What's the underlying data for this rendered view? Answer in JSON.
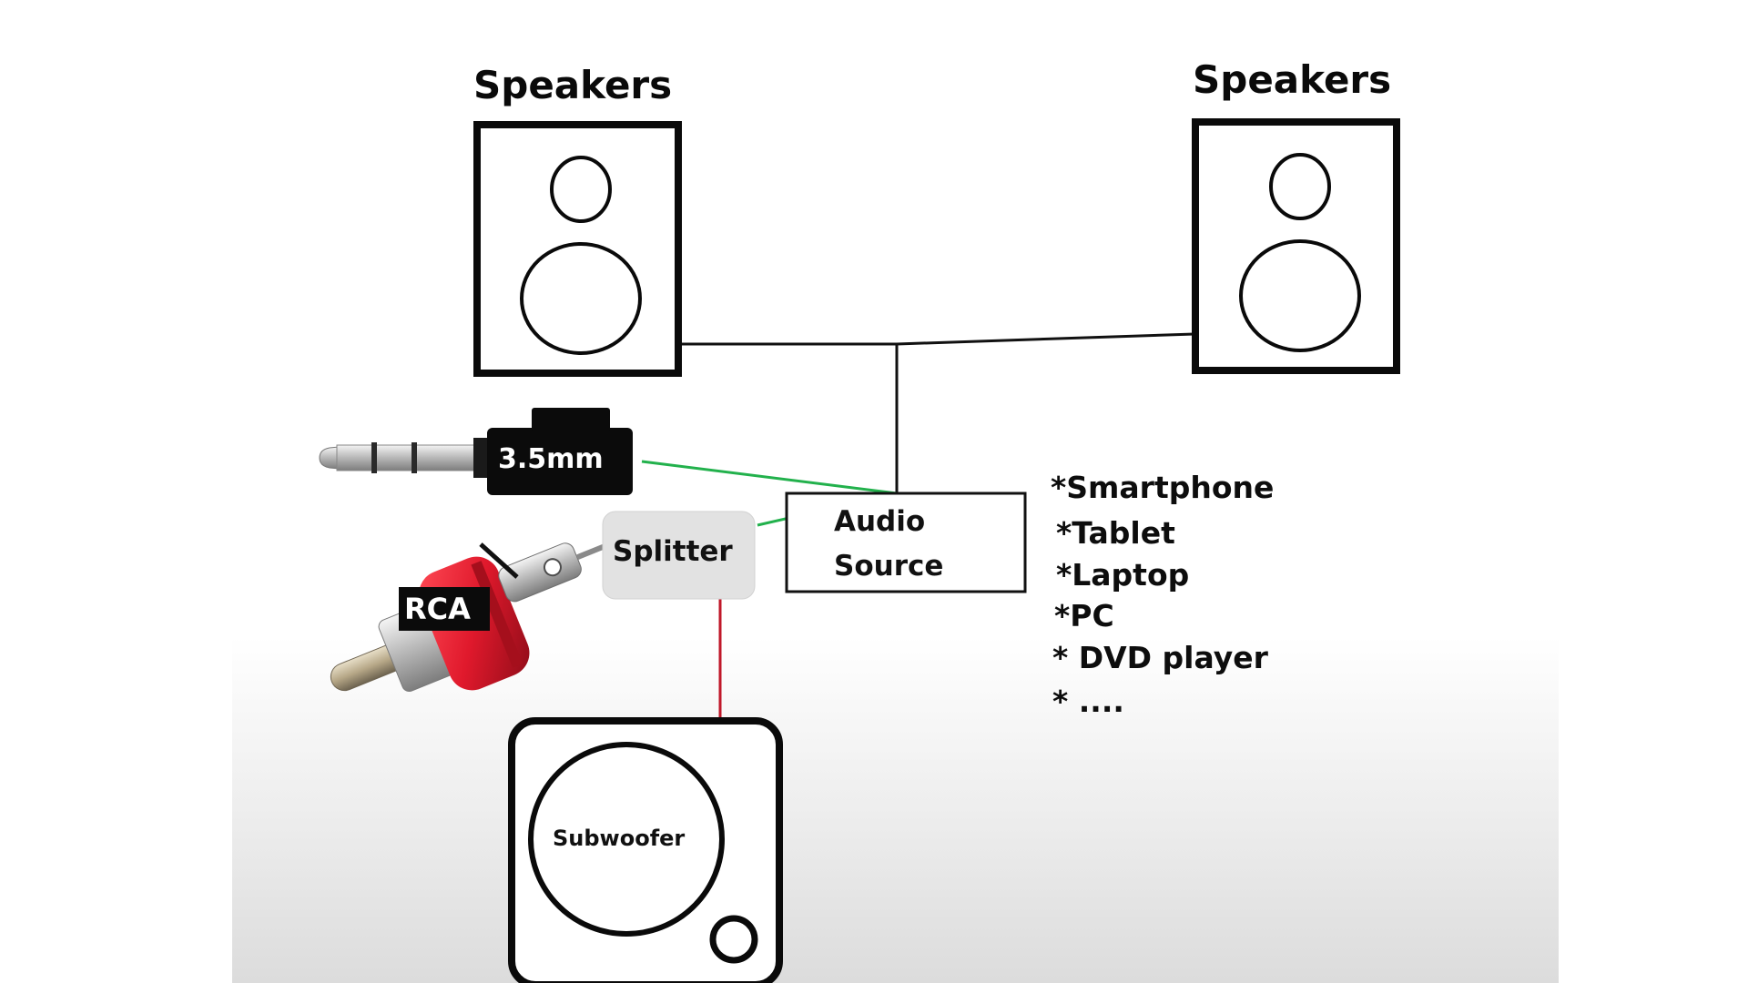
{
  "speakers": {
    "left_label": "Speakers",
    "right_label": "Speakers"
  },
  "connectors": {
    "jack_label": "3.5mm",
    "rca_label": "RCA"
  },
  "splitter": {
    "label": "Splitter"
  },
  "audio_source": {
    "line1": "Audio",
    "line2": "Source"
  },
  "subwoofer": {
    "label": "Subwoofer"
  },
  "source_devices": [
    "*Smartphone",
    "*Tablet",
    "*Laptop",
    "*PC",
    "* DVD player",
    "* ...."
  ],
  "colors": {
    "line": "#111111",
    "green_cable": "#22b14c",
    "red_cable": "#c0182a",
    "rca_red": "#e0192c",
    "splitter_fill": "#e2e2e2"
  }
}
